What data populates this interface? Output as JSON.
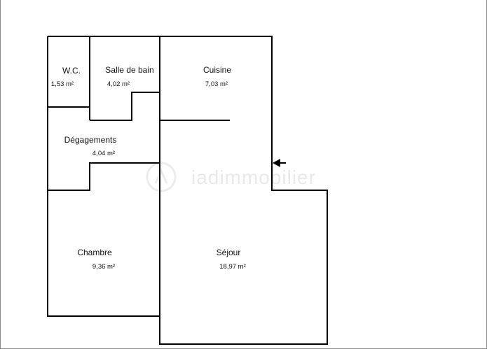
{
  "floorplan": {
    "rooms": [
      {
        "id": "wc",
        "name": "W.C.",
        "area": "1,53  m²"
      },
      {
        "id": "salle-de-bain",
        "name": "Salle de bain",
        "area": "4,02  m²"
      },
      {
        "id": "cuisine",
        "name": "Cuisine",
        "area": "7,03  m²"
      },
      {
        "id": "degagements",
        "name": "Dégagements",
        "area": "4,04  m²"
      },
      {
        "id": "chambre",
        "name": "Chambre",
        "area": "9,36  m²"
      },
      {
        "id": "sejour",
        "name": "Séjour",
        "area": "18,97  m²"
      }
    ],
    "watermark": "iadimmobilier",
    "entrance_icon": "entrance-arrow-icon",
    "colors": {
      "wall": "#000000",
      "watermark": "#e9e9e9",
      "frame": "#8a8a8a"
    }
  }
}
